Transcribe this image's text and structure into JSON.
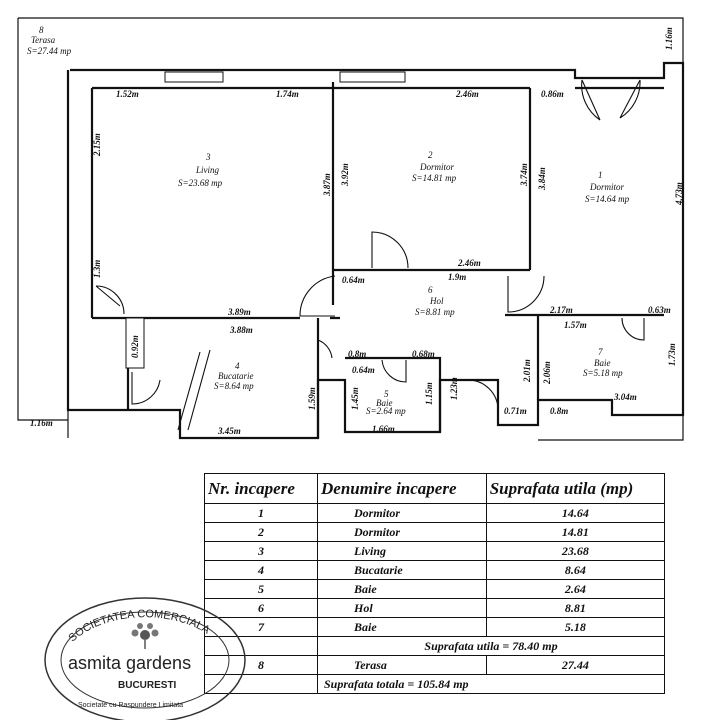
{
  "plan": {
    "rooms": [
      {
        "id": "terasa",
        "number": "8",
        "name": "Terasa",
        "area": "S=27.44 mp"
      },
      {
        "id": "living",
        "number": "3",
        "name": "Living",
        "area": "S=23.68 mp"
      },
      {
        "id": "dormitor2",
        "number": "2",
        "name": "Dormitor",
        "area": "S=14.81 mp"
      },
      {
        "id": "dormitor1",
        "number": "1",
        "name": "Dormitor",
        "area": "S=14.64 mp"
      },
      {
        "id": "hol",
        "number": "6",
        "name": "Hol",
        "area": "S=8.81 mp"
      },
      {
        "id": "bucatarie",
        "number": "4",
        "name": "Bucatarie",
        "area": "S=8.64 mp"
      },
      {
        "id": "baie5",
        "number": "5",
        "name": "Baie",
        "area": "S=2.64 mp"
      },
      {
        "id": "baie7",
        "number": "7",
        "name": "Baie",
        "area": "S=5.18 mp"
      }
    ],
    "dimensions": [
      "1.16m",
      "1.52m",
      "1.74m",
      "2.46m",
      "0.86m",
      "2.15m",
      "3.87m",
      "3.92m",
      "3.74m",
      "3.84m",
      "4.73m",
      "1.3m",
      "2.46m",
      "1.9m",
      "0.64m",
      "3.89m",
      "3.88m",
      "2.17m",
      "0.63m",
      "1.57m",
      "0.92m",
      "0.8m",
      "0.68m",
      "0.64m",
      "1.45m",
      "1.15m",
      "1.23m",
      "2.01m",
      "2.06m",
      "1.73m",
      "3.04m",
      "0.71m",
      "0.8m",
      "1.59m",
      "3.45m",
      "1.16m",
      "1.66m"
    ]
  },
  "table": {
    "headers": [
      "Nr. incapere",
      "Denumire incapere",
      "Suprafata utila (mp)"
    ],
    "rows": [
      {
        "nr": "1",
        "name": "Dormitor",
        "area": "14.64"
      },
      {
        "nr": "2",
        "name": "Dormitor",
        "area": "14.81"
      },
      {
        "nr": "3",
        "name": "Living",
        "area": "23.68"
      },
      {
        "nr": "4",
        "name": "Bucatarie",
        "area": "8.64"
      },
      {
        "nr": "5",
        "name": "Baie",
        "area": "2.64"
      },
      {
        "nr": "6",
        "name": "Hol",
        "area": "8.81"
      },
      {
        "nr": "7",
        "name": "Baie",
        "area": "5.18"
      }
    ],
    "subtotal": "Suprafata utila = 78.40 mp",
    "terrace_row": {
      "nr": "8",
      "name": "Terasa",
      "area": "27.44"
    },
    "total": "Suprafata totala = 105.84 mp"
  },
  "stamp": {
    "ring_text": "SOCIETATEA COMERCIALA",
    "brand": "asmita gardens",
    "city": "BUCURESTI",
    "ring_bottom": "Societate cu Raspundere Limitata"
  }
}
